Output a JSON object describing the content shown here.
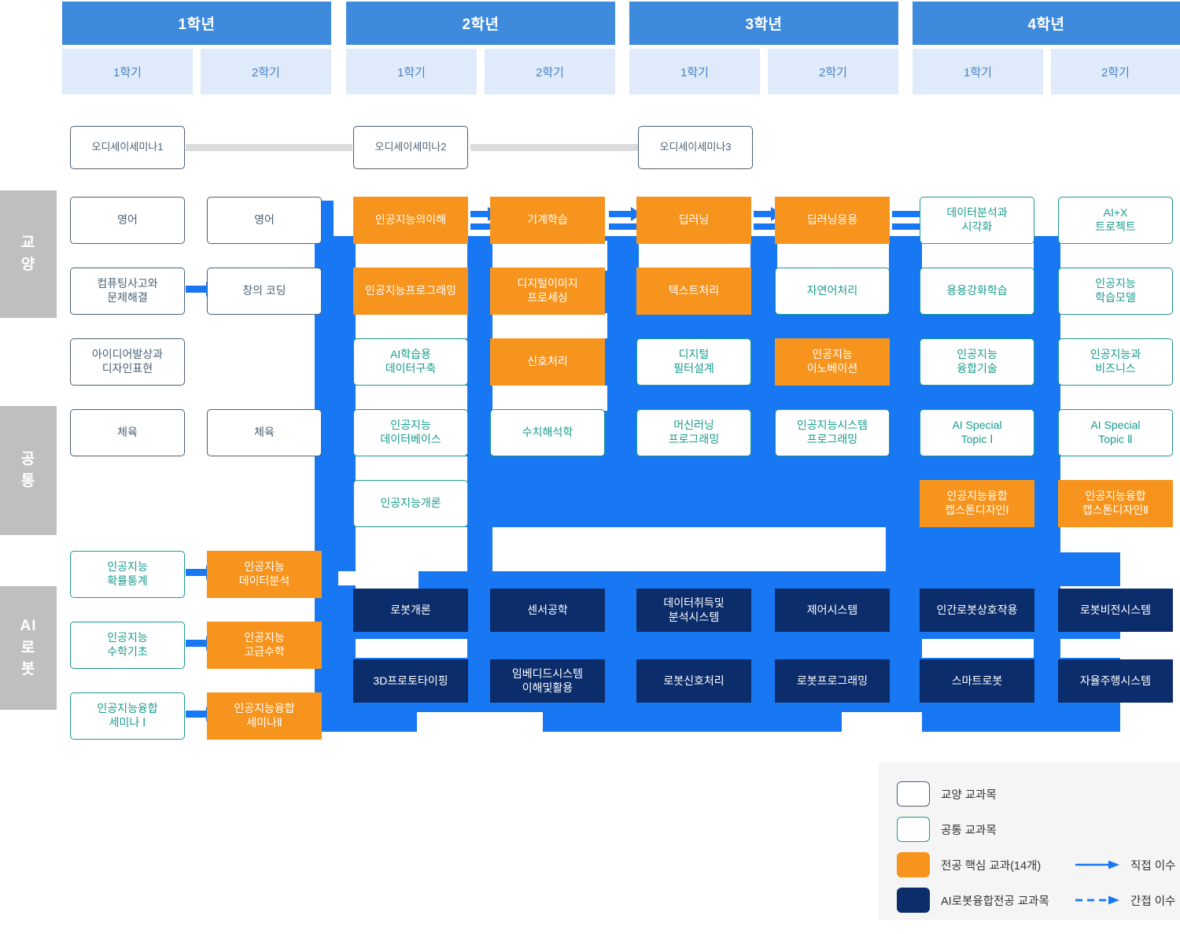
{
  "header": {
    "years": [
      {
        "label": "1학년",
        "semesters": [
          "1학기",
          "2학기"
        ]
      },
      {
        "label": "2학년",
        "semesters": [
          "1학기",
          "2학기"
        ]
      },
      {
        "label": "3학년",
        "semesters": [
          "1학기",
          "2학기"
        ]
      },
      {
        "label": "4학년",
        "semesters": [
          "1학기",
          "2학기"
        ]
      }
    ]
  },
  "categories": [
    {
      "key": "gyoyang",
      "lines": [
        "교",
        "양"
      ]
    },
    {
      "key": "gongtong",
      "lines": [
        "공",
        "통"
      ]
    },
    {
      "key": "airobot",
      "lines": [
        "AI",
        "로",
        "봇"
      ]
    }
  ],
  "odyssey": [
    {
      "label": "오디세이세미나1"
    },
    {
      "label": "오디세이세미나2"
    },
    {
      "label": "오디세이세미나3"
    }
  ],
  "courses": {
    "y1s1": [
      {
        "label": "영어",
        "type": "gyoyang"
      },
      {
        "label": "컴퓨팅사고와\n문제해결",
        "type": "gyoyang"
      },
      {
        "label": "아이디어발상과\n디자인표현",
        "type": "gyoyang"
      },
      {
        "label": "체육",
        "type": "gyoyang"
      },
      {
        "label": "인공지능\n확률통계",
        "type": "gongtong"
      },
      {
        "label": "인공지능\n수학기초",
        "type": "gongtong"
      },
      {
        "label": "인공지능융합\n세미나 Ⅰ",
        "type": "gongtong"
      }
    ],
    "y1s2": [
      {
        "label": "영어",
        "type": "gyoyang"
      },
      {
        "label": "창의 코딩",
        "type": "gyoyang"
      },
      {
        "label": "체육",
        "type": "gyoyang"
      },
      {
        "label": "인공지능\n데이터분석",
        "type": "core"
      },
      {
        "label": "인공지능\n고급수학",
        "type": "core"
      },
      {
        "label": "인공지능융합\n세미나Ⅱ",
        "type": "core"
      }
    ],
    "y2s1": [
      {
        "label": "인공지능의이해",
        "type": "core"
      },
      {
        "label": "인공지능프로그래밍",
        "type": "core"
      },
      {
        "label": "AI학습용\n데이터구축",
        "type": "gongtong"
      },
      {
        "label": "인공지능\n데이터베이스",
        "type": "gongtong"
      },
      {
        "label": "인공지능개론",
        "type": "gongtong"
      },
      {
        "label": "로봇개론",
        "type": "airobot"
      },
      {
        "label": "3D프로토타이핑",
        "type": "airobot"
      }
    ],
    "y2s2": [
      {
        "label": "기계학습",
        "type": "core"
      },
      {
        "label": "디지털이미지\n프로세싱",
        "type": "core"
      },
      {
        "label": "신호처리",
        "type": "core"
      },
      {
        "label": "수치해석학",
        "type": "gongtong"
      },
      {
        "label": "센서공학",
        "type": "airobot"
      },
      {
        "label": "임베디드시스템\n이해및활용",
        "type": "airobot"
      }
    ],
    "y3s1": [
      {
        "label": "딥러닝",
        "type": "core"
      },
      {
        "label": "텍스트처리",
        "type": "core"
      },
      {
        "label": "디지털\n필터설계",
        "type": "gongtong"
      },
      {
        "label": "머신러닝\n프로그래밍",
        "type": "gongtong"
      },
      {
        "label": "데이터취득및\n분석시스템",
        "type": "airobot"
      },
      {
        "label": "로봇신호처리",
        "type": "airobot"
      }
    ],
    "y3s2": [
      {
        "label": "딥러닝응용",
        "type": "core"
      },
      {
        "label": "자연어처리",
        "type": "gongtong"
      },
      {
        "label": "인공지능\n이노베이션",
        "type": "core"
      },
      {
        "label": "인공지능시스템\n프로그래밍",
        "type": "gongtong"
      },
      {
        "label": "제어시스템",
        "type": "airobot"
      },
      {
        "label": "로봇프로그래밍",
        "type": "airobot"
      }
    ],
    "y4s1": [
      {
        "label": "데이터분석과\n시각화",
        "type": "gongtong"
      },
      {
        "label": "용용강화학습",
        "type": "gongtong"
      },
      {
        "label": "인공지능\n융합기술",
        "type": "gongtong"
      },
      {
        "label": "AI Special\nTopic Ⅰ",
        "type": "gongtong"
      },
      {
        "label": "인공지능융합\n캡스톤디자인Ⅰ",
        "type": "core"
      },
      {
        "label": "인간로봇상호작용",
        "type": "airobot"
      },
      {
        "label": "스마트로봇",
        "type": "airobot"
      }
    ],
    "y4s2": [
      {
        "label": "AI+X\n트로젝트",
        "type": "gongtong"
      },
      {
        "label": "인공지능\n학습모델",
        "type": "gongtong"
      },
      {
        "label": "인공지능과\n비즈니스",
        "type": "gongtong"
      },
      {
        "label": "AI Special\nTopic Ⅱ",
        "type": "gongtong"
      },
      {
        "label": "인공지능융합\n캡스톤디자인Ⅱ",
        "type": "core"
      },
      {
        "label": "로봇비전시스템",
        "type": "airobot"
      },
      {
        "label": "자율주행시스템",
        "type": "airobot"
      }
    ]
  },
  "legend": {
    "items": [
      {
        "label": "교양 교과목",
        "swatch": "gyoyang"
      },
      {
        "label": "공통 교과목",
        "swatch": "gongtong"
      },
      {
        "label": "전공 핵심 교과(14개)",
        "swatch": "core"
      },
      {
        "label": "AI로봇융합전공 교과목",
        "swatch": "airobot"
      }
    ],
    "arrows": [
      {
        "label": "직접 이수",
        "style": "solid"
      },
      {
        "label": "간접 이수",
        "style": "dashed"
      }
    ]
  },
  "colors": {
    "header_blue": "#3e8adc",
    "semester_blue": "#dfebfa",
    "flow_blue": "#1877f2",
    "core_orange": "#f7941d",
    "airobot_navy": "#0c2d6b",
    "gongtong_teal": "#199b8e",
    "gyoyang_slate": "#4a6076",
    "rail_gray": "#bfbfbf",
    "legend_bg": "#f5f5f5"
  }
}
